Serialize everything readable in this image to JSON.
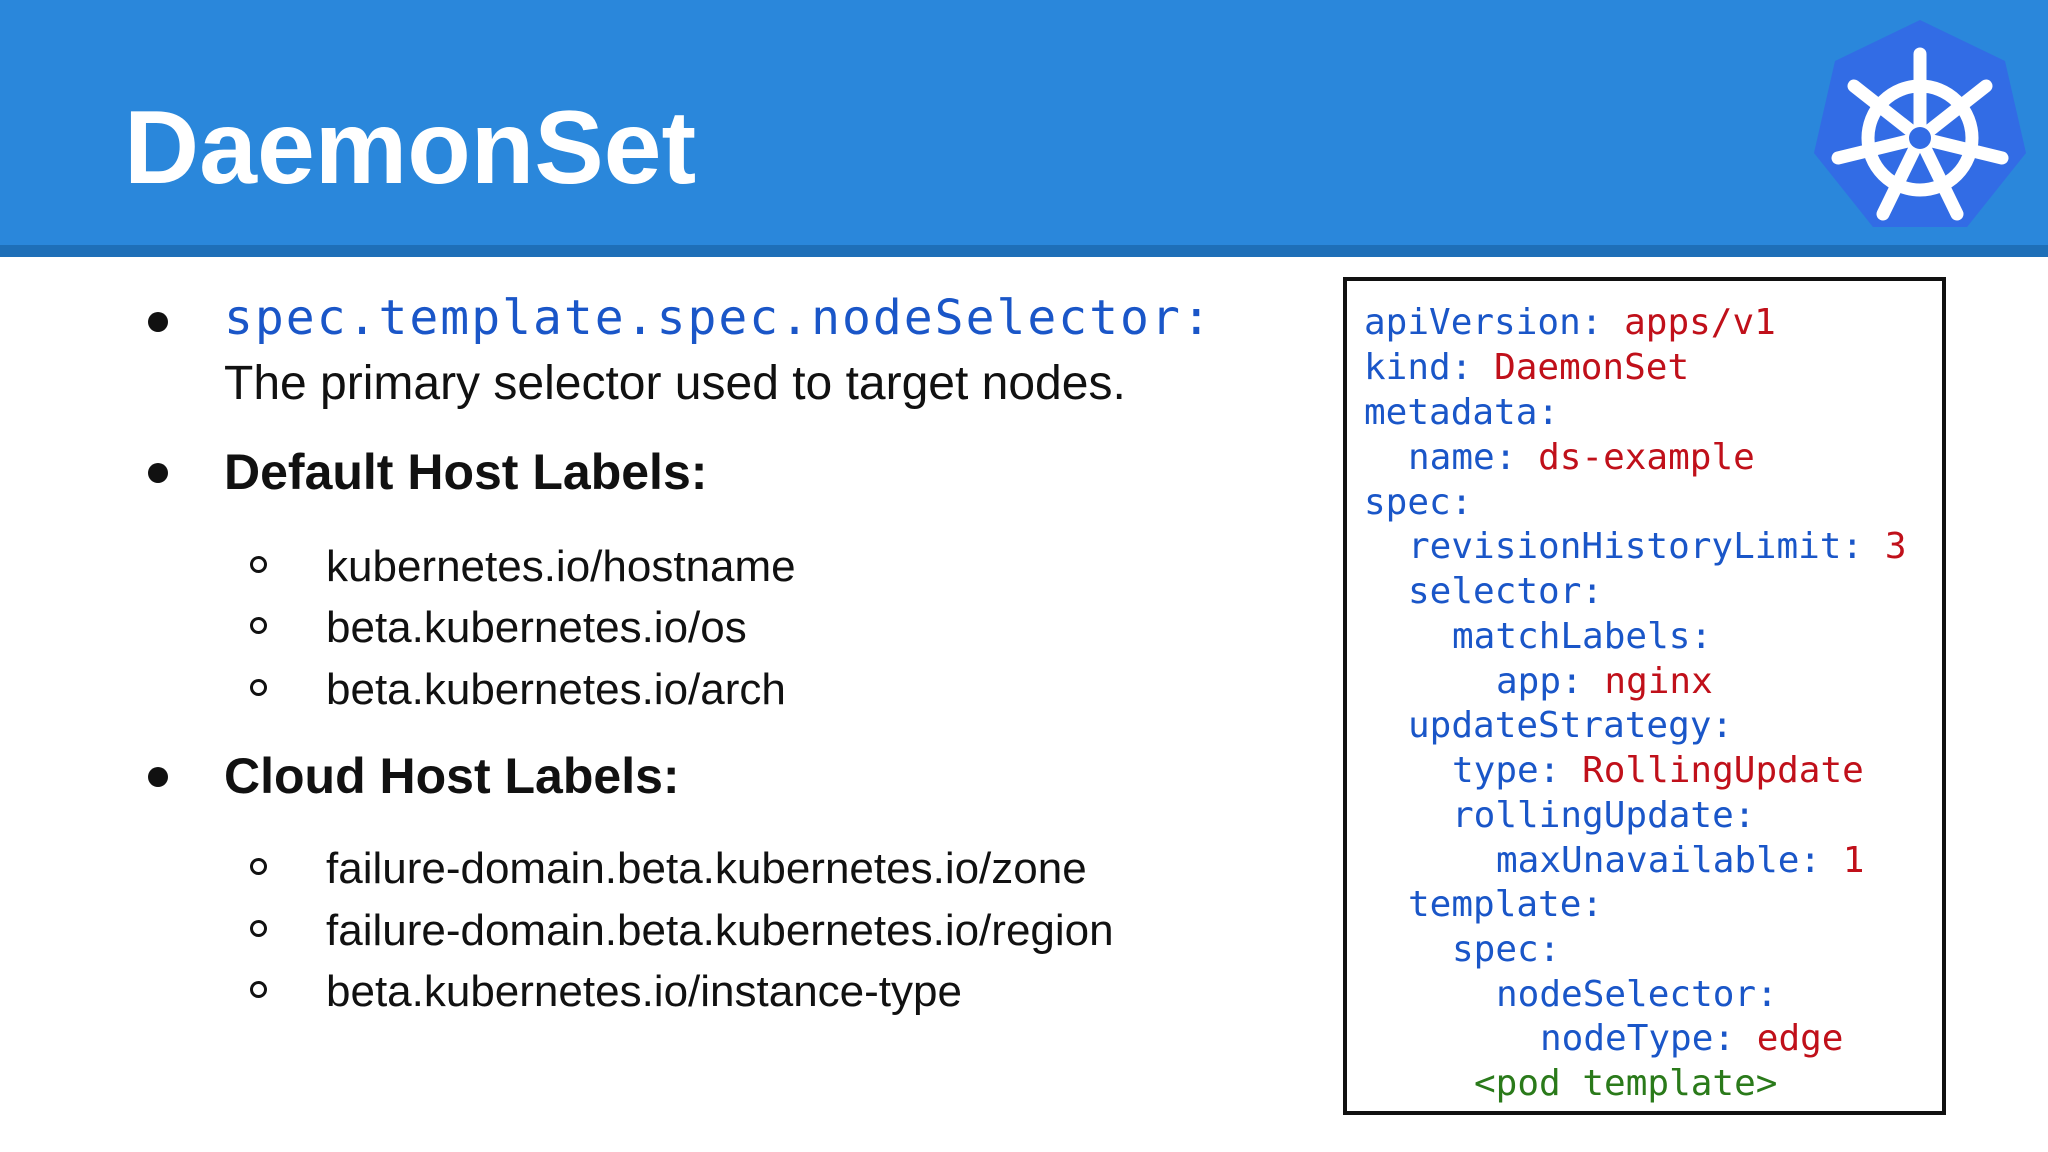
{
  "slide": {
    "title": "DaemonSet"
  },
  "logo": {
    "icon": "kubernetes-helm-icon",
    "color": "#326ce5"
  },
  "colors": {
    "header": "#2a87db",
    "key": "#1a56c8",
    "value": "#c0101a",
    "comment": "#2a7a1a"
  },
  "bullets": {
    "b1": {
      "code": "spec.template.spec.nodeSelector:",
      "text": "The primary selector used to target nodes."
    },
    "b2": {
      "heading": "Default Host Labels:",
      "items": [
        "kubernetes.io/hostname",
        "beta.kubernetes.io/os",
        "beta.kubernetes.io/arch"
      ]
    },
    "b3": {
      "heading": "Cloud Host Labels:",
      "items": [
        "failure-domain.beta.kubernetes.io/zone",
        "failure-domain.beta.kubernetes.io/region",
        "beta.kubernetes.io/instance-type"
      ]
    }
  },
  "code": [
    {
      "key": "apiVersion:",
      "value": "apps/v1"
    },
    {
      "key": "kind:",
      "value": "DaemonSet"
    },
    {
      "key": "metadata:",
      "value": ""
    },
    {
      "key": "name:",
      "value": "ds-example"
    },
    {
      "key": "spec:",
      "value": ""
    },
    {
      "key": "revisionHistoryLimit:",
      "value": "3"
    },
    {
      "key": "selector:",
      "value": ""
    },
    {
      "key": "matchLabels:",
      "value": ""
    },
    {
      "key": "app:",
      "value": "nginx"
    },
    {
      "key": "updateStrategy:",
      "value": ""
    },
    {
      "key": "type:",
      "value": "RollingUpdate"
    },
    {
      "key": "rollingUpdate:",
      "value": ""
    },
    {
      "key": "maxUnavailable:",
      "value": "1"
    },
    {
      "key": "template:",
      "value": ""
    },
    {
      "key": "spec:",
      "value": ""
    },
    {
      "key": "nodeSelector:",
      "value": ""
    },
    {
      "key": "nodeType:",
      "value": "edge"
    },
    {
      "key": "",
      "value": "<pod template>"
    }
  ]
}
